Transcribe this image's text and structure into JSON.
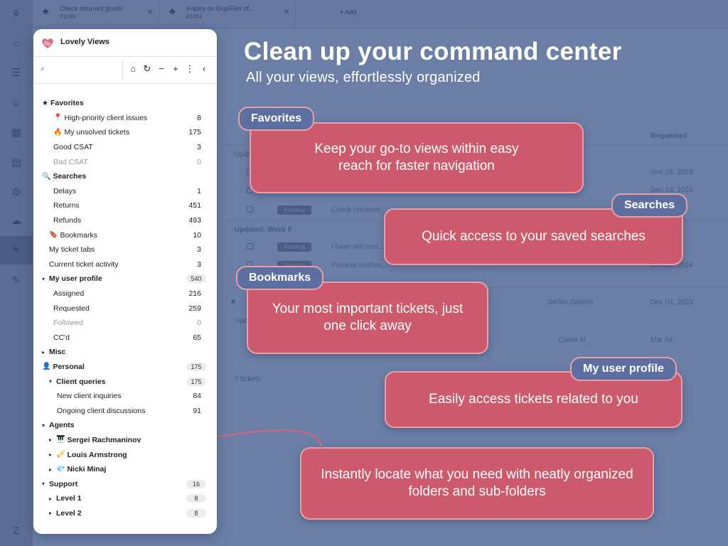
{
  "background": {
    "tabs": [
      {
        "title": "Check returned goods",
        "id": "#1069"
      },
      {
        "title": "Inquiry on ErgoFlex of...",
        "id": "#1064"
      }
    ],
    "add_tab": "+ Add",
    "col_requested": "Requested",
    "group_updated_1": "Upda...",
    "group_updated_week": "Updated: Week 6",
    "group_updated_3": "Upda...",
    "rows": [
      {
        "status": "",
        "subject": "",
        "requester": "",
        "date": "Nov 28, 2023"
      },
      {
        "status": "",
        "subject": "",
        "requester": "",
        "date": "Dec 18, 2024"
      },
      {
        "status": "Pending",
        "subject": "Check returned...",
        "requester": "",
        "date": ""
      },
      {
        "status": "Pending",
        "subject": "I have not rece...",
        "requester": "",
        "date": ""
      },
      {
        "status": "Pending",
        "subject": "Process custom...",
        "requester": "",
        "date": "Dec 28, 2014"
      },
      {
        "status": "",
        "subject": "",
        "requester": "Stefan Geldrin",
        "date": "Dec 04, 2023"
      },
      {
        "status": "",
        "subject": "",
        "requester": "Calvin M.",
        "date": "Mar 04"
      }
    ],
    "ticket_count": "7 tickets"
  },
  "headline": "Clean up your command center",
  "subheadline": "All your views, effortlessly organized",
  "callouts": {
    "favorites": {
      "tag": "Favorites",
      "text": "Keep your go-to views within easy reach for faster navigation"
    },
    "searches": {
      "tag": "Searches",
      "text": "Quick access to your saved searches"
    },
    "bookmarks": {
      "tag": "Bookmarks",
      "text": "Your most important tickets, just one click away"
    },
    "profile": {
      "tag": "My user profile",
      "text": "Easily access tickets related to you"
    },
    "folders": {
      "text": "Instantly locate what you need with neatly organized folders and sub-folders"
    }
  },
  "panel": {
    "title": "Lovely Views",
    "search_placeholder": "",
    "items": [
      {
        "label": "Favorites",
        "count": "",
        "indent": 0,
        "style": "bold",
        "glyph": "★",
        "caret": "",
        "badge": false
      },
      {
        "label": "High-priority client issues",
        "count": "8",
        "indent": 2,
        "style": "",
        "glyph": "📍",
        "caret": "",
        "badge": false
      },
      {
        "label": "My unsolved tickets",
        "count": "175",
        "indent": 2,
        "style": "",
        "glyph": "🔥",
        "caret": "",
        "badge": false
      },
      {
        "label": "Good CSAT",
        "count": "3",
        "indent": 2,
        "style": "",
        "glyph": "",
        "caret": "",
        "badge": false
      },
      {
        "label": "Bad CSAT",
        "count": "0",
        "indent": 2,
        "style": "muted",
        "glyph": "",
        "caret": "",
        "badge": false
      },
      {
        "label": "Searches",
        "count": "",
        "indent": 0,
        "style": "bold",
        "glyph": "🔍",
        "caret": "",
        "badge": false
      },
      {
        "label": "Delays",
        "count": "1",
        "indent": 2,
        "style": "",
        "glyph": "",
        "caret": "",
        "badge": false
      },
      {
        "label": "Returns",
        "count": "451",
        "indent": 2,
        "style": "",
        "glyph": "",
        "caret": "",
        "badge": false
      },
      {
        "label": "Refunds",
        "count": "493",
        "indent": 2,
        "style": "",
        "glyph": "",
        "caret": "",
        "badge": false
      },
      {
        "label": "Bookmarks",
        "count": "10",
        "indent": 1,
        "style": "",
        "glyph": "🔖",
        "caret": "",
        "badge": false
      },
      {
        "label": "My ticket tabs",
        "count": "3",
        "indent": 1,
        "style": "",
        "glyph": "",
        "caret": "",
        "badge": false
      },
      {
        "label": "Current ticket activity",
        "count": "3",
        "indent": 1,
        "style": "",
        "glyph": "",
        "caret": "",
        "badge": false
      },
      {
        "label": "My user profile",
        "count": "540",
        "indent": 0,
        "style": "bold",
        "glyph": "",
        "caret": "▾",
        "badge": true
      },
      {
        "label": "Assigned",
        "count": "216",
        "indent": 2,
        "style": "",
        "glyph": "",
        "caret": "",
        "badge": false
      },
      {
        "label": "Requested",
        "count": "259",
        "indent": 2,
        "style": "",
        "glyph": "",
        "caret": "",
        "badge": false
      },
      {
        "label": "Followed",
        "count": "0",
        "indent": 2,
        "style": "muted",
        "glyph": "",
        "caret": "",
        "badge": false
      },
      {
        "label": "CC'd",
        "count": "65",
        "indent": 2,
        "style": "",
        "glyph": "",
        "caret": "",
        "badge": false
      },
      {
        "label": "Misc",
        "count": "",
        "indent": 0,
        "style": "bold",
        "glyph": "",
        "caret": "▸",
        "badge": false
      },
      {
        "label": "Personal",
        "count": "175",
        "indent": 0,
        "style": "bold",
        "glyph": "👤",
        "caret": "",
        "badge": true
      },
      {
        "label": "Client queries",
        "count": "175",
        "indent": 1,
        "style": "bold",
        "glyph": "",
        "caret": "▾",
        "badge": true
      },
      {
        "label": "New client inquiries",
        "count": "84",
        "indent": 3,
        "style": "",
        "glyph": "",
        "caret": "",
        "badge": false
      },
      {
        "label": "Ongoing client discussions",
        "count": "91",
        "indent": 3,
        "style": "",
        "glyph": "",
        "caret": "",
        "badge": false
      },
      {
        "label": "Agents",
        "count": "",
        "indent": 0,
        "style": "bold",
        "glyph": "",
        "caret": "▾",
        "badge": false
      },
      {
        "label": "Sergei Rachmaninov",
        "count": "",
        "indent": 1,
        "style": "bold",
        "glyph": "🎹",
        "caret": "▸",
        "badge": false
      },
      {
        "label": "Louis Armstrong",
        "count": "",
        "indent": 1,
        "style": "bold",
        "glyph": "🎺",
        "caret": "▸",
        "badge": false
      },
      {
        "label": "Nicki Minaj",
        "count": "",
        "indent": 1,
        "style": "bold",
        "glyph": "💎",
        "caret": "▸",
        "badge": false
      },
      {
        "label": "Support",
        "count": "16",
        "indent": 0,
        "style": "bold",
        "glyph": "",
        "caret": "▾",
        "badge": true
      },
      {
        "label": "Level 1",
        "count": "8",
        "indent": 1,
        "style": "bold",
        "glyph": "",
        "caret": "▸",
        "badge": true
      },
      {
        "label": "Level 2",
        "count": "8",
        "indent": 1,
        "style": "bold",
        "glyph": "",
        "caret": "▸",
        "badge": true
      }
    ]
  },
  "colors": {
    "backdrop": "#6b7fa6",
    "callout": "#cd5a6c",
    "callout_border": "#e9a0ad",
    "tag": "#5c6fa0"
  }
}
